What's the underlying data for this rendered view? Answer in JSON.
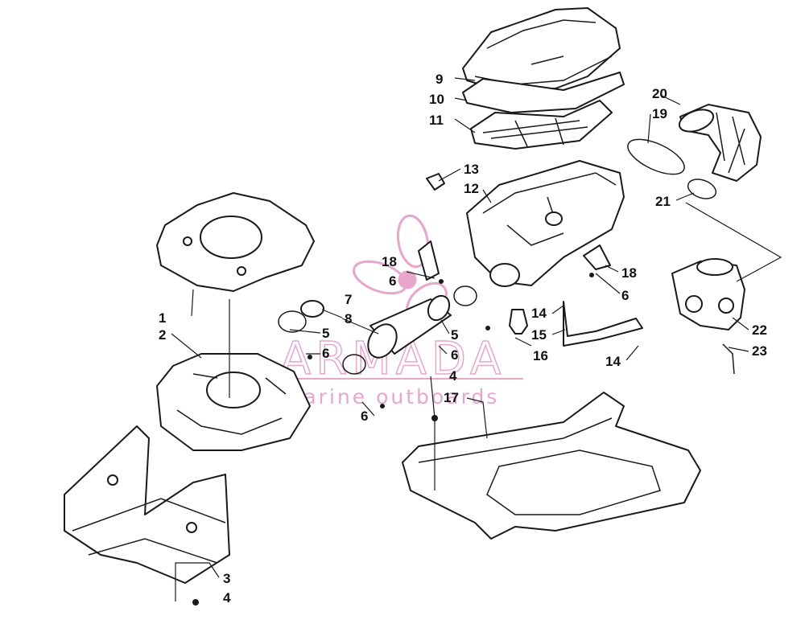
{
  "watermark": {
    "brand": "ARMADA",
    "tagline": "marine outboards",
    "accent_color": "#e7a6cc"
  },
  "callouts": {
    "c1": "1",
    "c2": "2",
    "c3": "3",
    "c4a": "4",
    "c4b": "4",
    "c5a": "5",
    "c5b": "5",
    "c6a": "6",
    "c6b": "6",
    "c6c": "6",
    "c6d": "6",
    "c6e": "6",
    "c7": "7",
    "c8": "8",
    "c9": "9",
    "c10": "10",
    "c11": "11",
    "c12": "12",
    "c13": "13",
    "c14a": "14",
    "c14b": "14",
    "c15": "15",
    "c16": "16",
    "c17": "17",
    "c18a": "18",
    "c18b": "18",
    "c19": "19",
    "c20": "20",
    "c21": "21",
    "c22": "22",
    "c23": "23"
  }
}
